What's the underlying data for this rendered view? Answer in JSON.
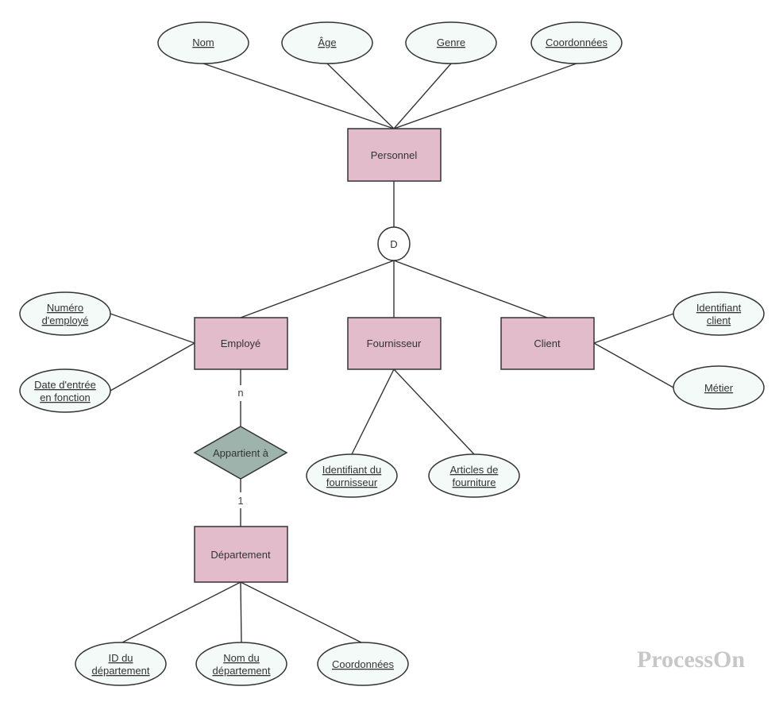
{
  "entities": {
    "personnel": "Personnel",
    "employe": "Employé",
    "fournisseur": "Fournisseur",
    "client": "Client",
    "departement": "Département"
  },
  "relationship": "Appartient à",
  "disjoint": "D",
  "cardinality": {
    "employe_side": "n",
    "departement_side": "1"
  },
  "attributes": {
    "nom": "Nom",
    "age": "Âge",
    "genre": "Genre",
    "coordonnees_personnel": "Coordonnées",
    "numero_employe": [
      "Numéro",
      "d'employé"
    ],
    "date_entree": [
      "Date d'entrée",
      "en fonction"
    ],
    "identifiant_client": [
      "Identifiant",
      "client"
    ],
    "metier": "Métier",
    "identifiant_fournisseur": [
      "Identifiant du",
      "fournisseur"
    ],
    "articles_fourniture": [
      "Articles de",
      "fourniture"
    ],
    "id_departement": [
      "ID du",
      "département"
    ],
    "nom_departement": [
      "Nom du",
      "département"
    ],
    "coordonnees_departement": "Coordonnées"
  },
  "watermark": "ProcessOn",
  "colors": {
    "entity_fill": "#e2bccb",
    "attribute_fill": "#f3faf8",
    "relationship_fill": "#9fb3ad",
    "line": "#333333"
  }
}
